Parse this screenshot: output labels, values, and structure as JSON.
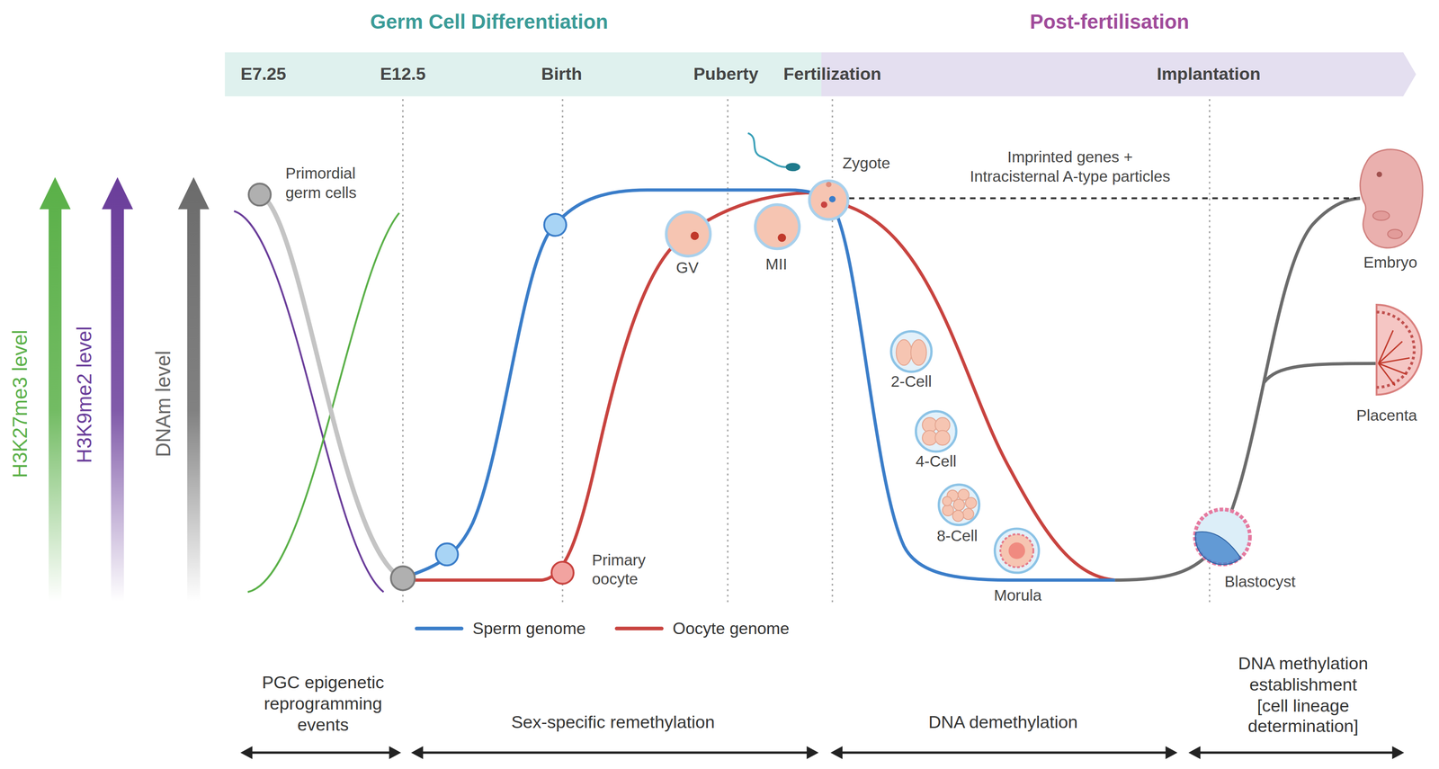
{
  "diagram": {
    "nodes": [
      {
        "text": [
          "Germ Cell Differentiation",
          "E7.25",
          "E12.5",
          "Birth",
          "Puberty"
        ]
      },
      {
        "text": [
          "Post-fertilisation",
          "Fertilization",
          "Implantation"
        ]
      }
    ],
    "labels": [
      "H3K27me3 level",
      "H3K9me2 level",
      "DNAm level",
      "Primordial germ cells",
      "Zygote",
      "Imprinted genes + Intracisternal A-type particles",
      "GV",
      "MII",
      "Primary oocyte",
      "2-Cell",
      "4-Cell",
      "8-Cell",
      "Morula",
      "Blastocyst",
      "Embryo",
      "Placenta",
      "PGC epigenetic reprogramming events",
      "Sex-specific remethylation",
      "DNA demethylation",
      "DNA methylation establishment [cell lineage determination]"
    ],
    "legend": [
      {
        "text": "Sperm genome",
        "color": "#3a7dc9"
      },
      {
        "text": "Oocyte genome",
        "color": "#c8433f"
      }
    ]
  }
}
